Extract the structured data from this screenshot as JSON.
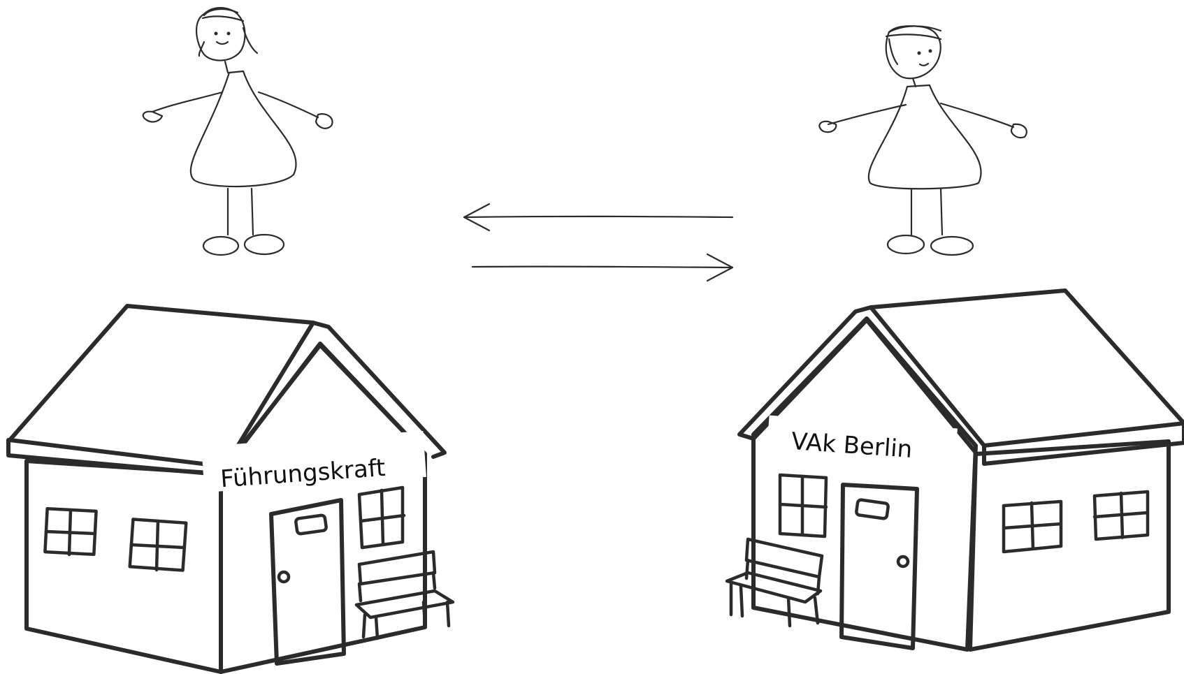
{
  "figures": [
    {
      "name": "left-person"
    },
    {
      "name": "right-person"
    }
  ],
  "houses": [
    {
      "sign": "Führungskraft"
    },
    {
      "sign": "VAk Berlin"
    }
  ],
  "arrows": [
    {
      "direction": "left"
    },
    {
      "direction": "right"
    }
  ],
  "colors": {
    "line": "#2b2b2b",
    "background": "#ffffff"
  }
}
